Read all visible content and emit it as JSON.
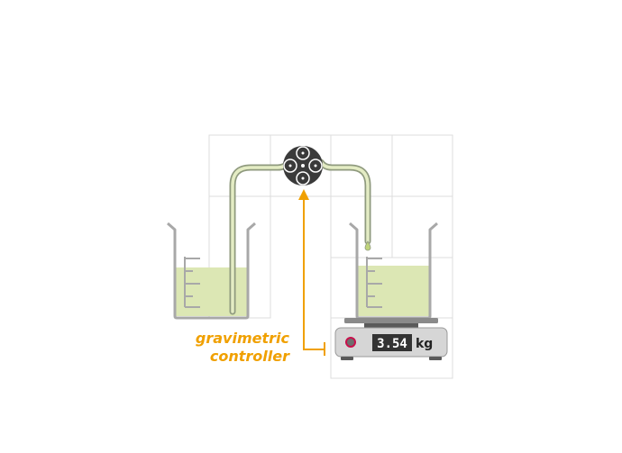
{
  "controller_label": {
    "line1": "gravimetric",
    "line2": "controller"
  },
  "scale": {
    "reading": "3.54",
    "unit": "kg"
  },
  "colors": {
    "accent": "#F0A000",
    "liquid": "#DCE7B4",
    "tube": "#8F9A7E",
    "tube_fill": "#E4ECC4",
    "glass": "#A8A8A8",
    "pump": "#3A3A3A",
    "scale_body": "#D6D6D6",
    "display": "#333333",
    "button": "#C8104B",
    "grid": "#DCDCDC"
  }
}
